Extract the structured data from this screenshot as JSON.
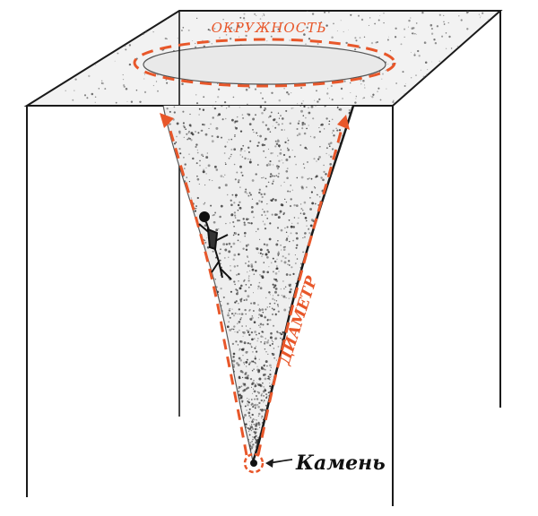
{
  "labels": {
    "circumference": "ОКРУЖНОСТЬ",
    "diameter": "ДИАМЕТР",
    "stone": "Камень"
  },
  "colors": {
    "ink": "#1a1a1a",
    "accent": "#e8572a",
    "sand_fill": "#f1f1f1"
  },
  "icons": [
    "figure-icon",
    "stone-icon",
    "arrow-icon"
  ]
}
